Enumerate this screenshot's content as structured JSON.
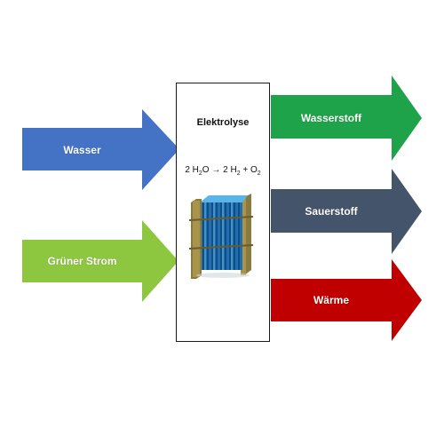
{
  "diagram": {
    "title": "Elektrolyse",
    "equation": {
      "left_coefficient": "2 H",
      "left_sub": "2",
      "left_tail": "O",
      "arrow": "→",
      "right_coefficient": "2 H",
      "right_sub1": "2",
      "plus": "+ O",
      "right_sub2": "2"
    },
    "inputs": [
      {
        "label": "Wasser",
        "color": "#4472C4"
      },
      {
        "label": "Grüner Strom",
        "color": "#8DC63F"
      }
    ],
    "outputs": [
      {
        "label": "Wasserstoff",
        "color": "#1FA34A"
      },
      {
        "label": "Sauerstoff",
        "color": "#44546A"
      },
      {
        "label": "Wärme",
        "color": "#C00000"
      }
    ],
    "icons": [
      "electrolyzer-stack-icon"
    ]
  }
}
